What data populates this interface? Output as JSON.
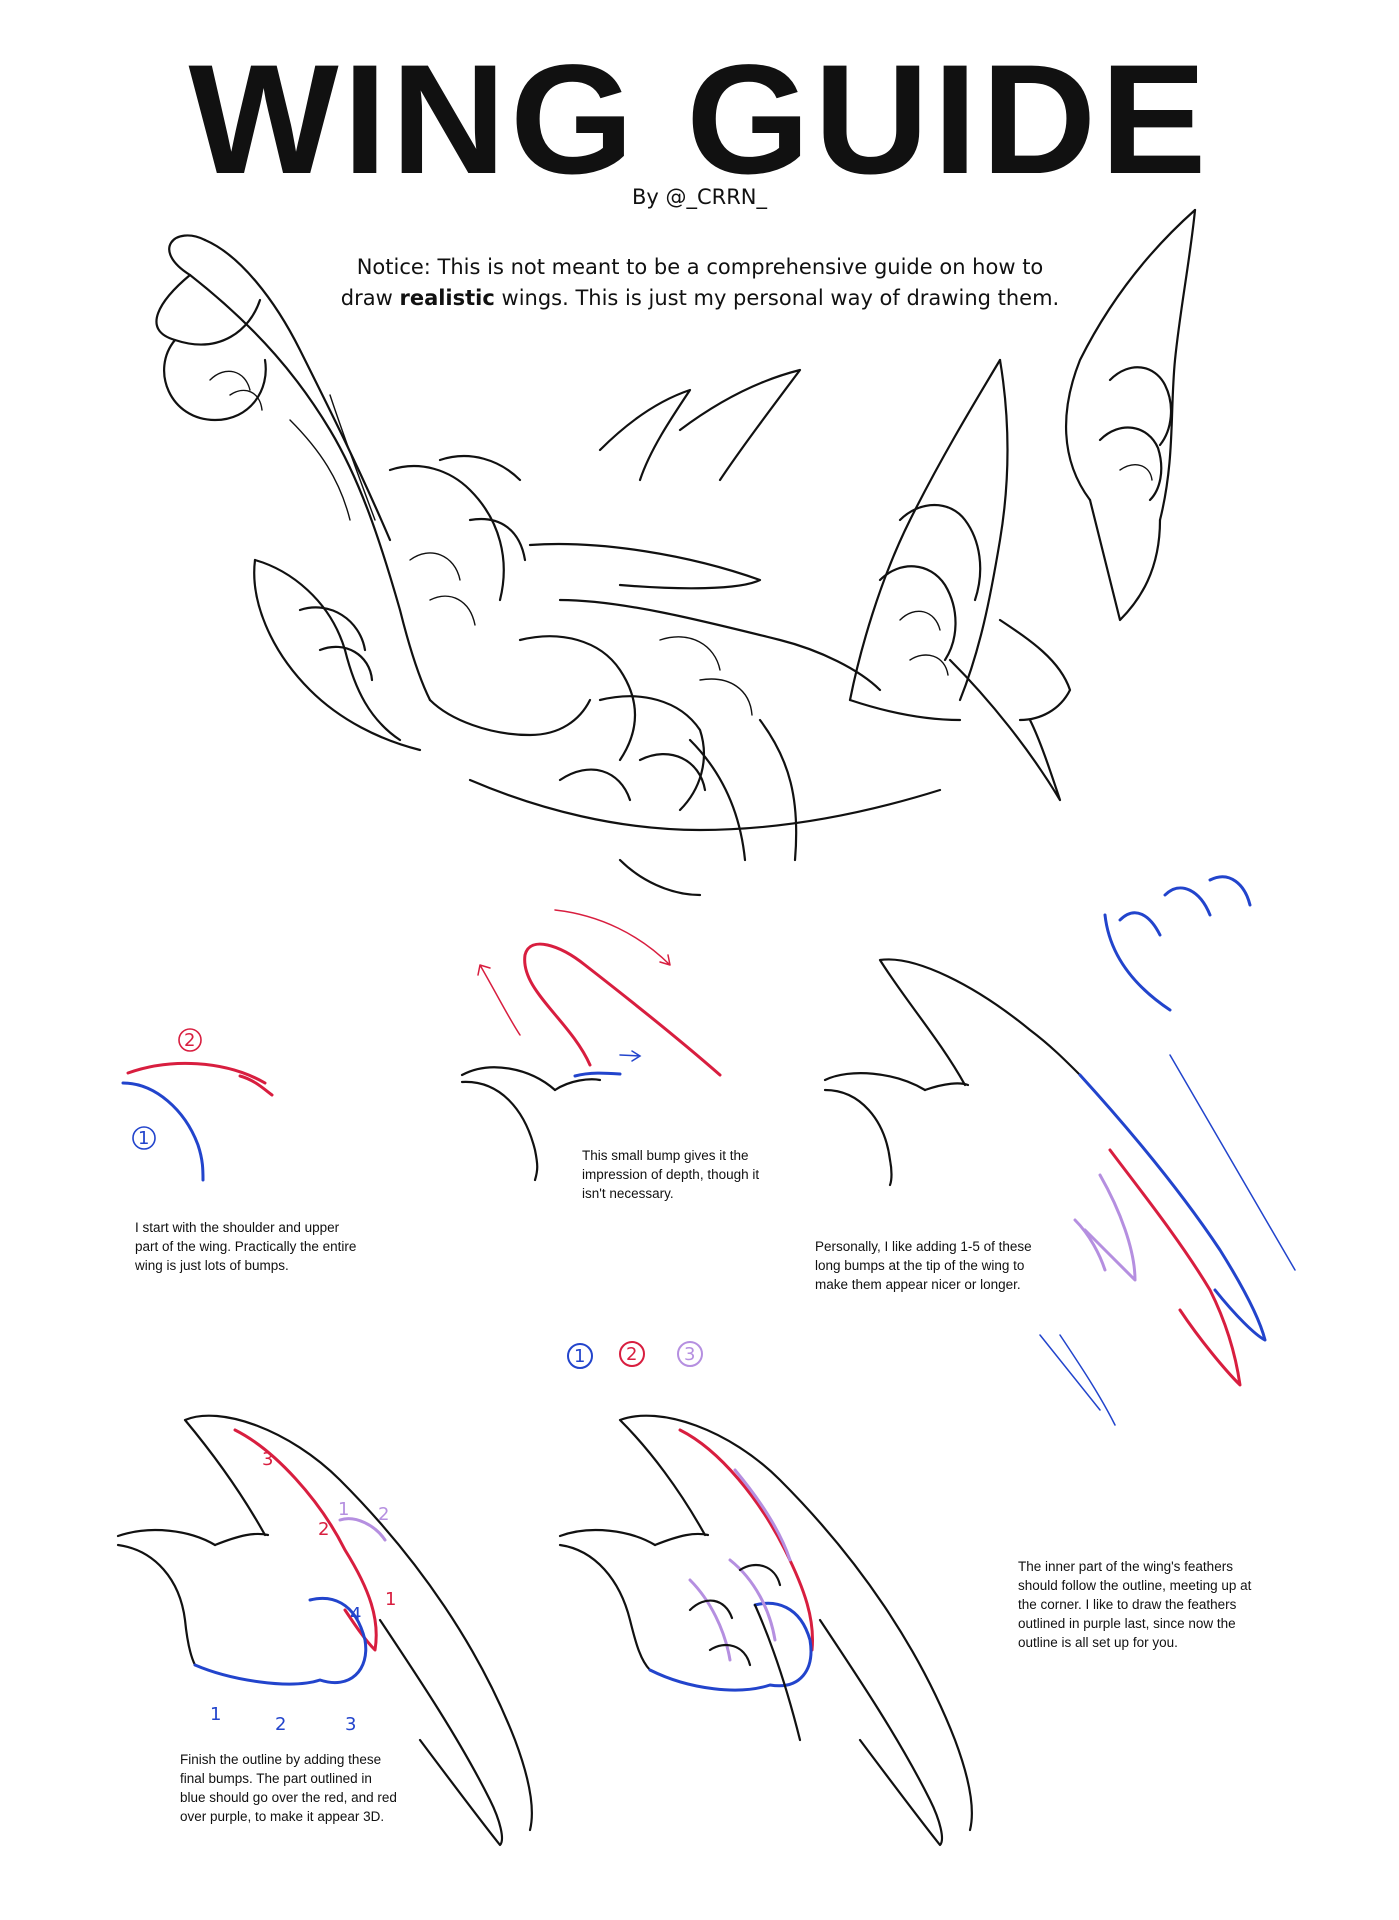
{
  "title": "WING GUIDE",
  "byline": "By @_CRRN_",
  "notice": {
    "before": "Notice: This is not meant to be a comprehensive guide on how to draw",
    "bold": "realistic",
    "after": "wings. This is just my personal way of drawing them."
  },
  "captions": {
    "step1": "I start with the shoulder and upper part of the wing.      Practically the entire wing is just lots of bumps.",
    "step2": "This small bump gives it the impression of depth, though it isn't necessary.",
    "step3": "Personally, I like adding 1-5 of these long bumps at the tip of the wing to make them appear nicer or longer.",
    "step4": "Finish the outline by adding these final bumps. The part outlined in blue should go over the red, and red over purple, to make it appear 3D.",
    "step5": "The inner part of the wing's feathers should follow the outline, meeting up at the corner. I like to draw the feathers outlined in purple last, since now the outline is all set up for you."
  },
  "markers": {
    "step1": [
      "1",
      "2"
    ],
    "legend": [
      "1",
      "2",
      "3"
    ],
    "step4_blue": [
      "1",
      "2",
      "3"
    ],
    "step4_red": [
      "1",
      "2",
      "3",
      "4"
    ],
    "step4_purple": [
      "1",
      "2"
    ]
  },
  "colors": {
    "line": "#111111",
    "blue": "#2244cc",
    "red": "#d81e3f",
    "purple": "#b58fe0"
  }
}
